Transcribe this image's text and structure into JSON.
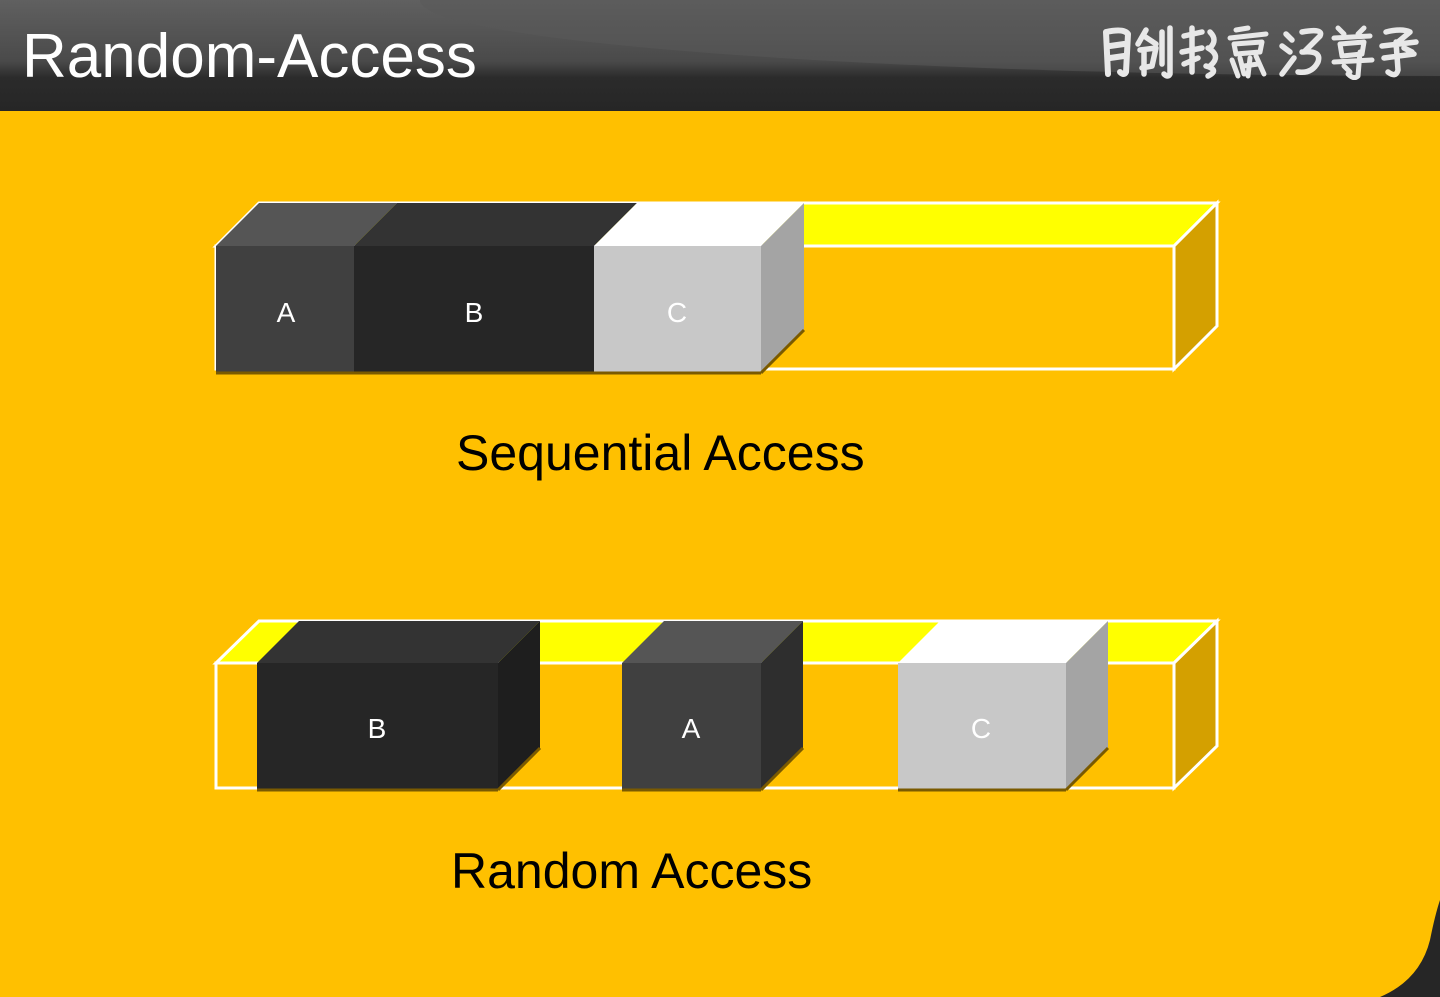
{
  "slide": {
    "title": "Random-Access",
    "logo_text": "用创新赢得尊严"
  },
  "colors": {
    "background": "#FFC000",
    "header": "#262626",
    "track_top": "#FFFF00",
    "track_outline": "#FFFFFF",
    "track_end": "#D4A000",
    "block_a": "#404040",
    "block_b": "#262626",
    "block_c": "#C8C8C8"
  },
  "sequential": {
    "caption": "Sequential Access",
    "blocks": [
      {
        "label": "A",
        "color": "#404040"
      },
      {
        "label": "B",
        "color": "#262626"
      },
      {
        "label": "C",
        "color": "#C8C8C8"
      }
    ]
  },
  "random": {
    "caption": "Random Access",
    "blocks": [
      {
        "label": "B",
        "color": "#262626"
      },
      {
        "label": "A",
        "color": "#404040"
      },
      {
        "label": "C",
        "color": "#C8C8C8"
      }
    ]
  }
}
